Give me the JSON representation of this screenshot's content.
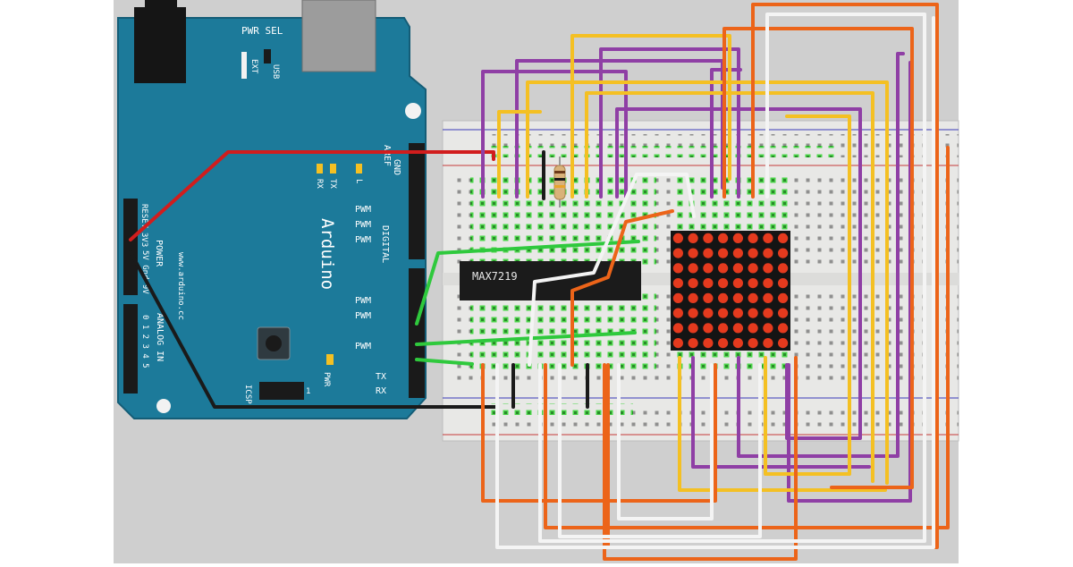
{
  "arduino": {
    "brand": "Arduino",
    "url": "www.arduino.cc",
    "pwr_sel": "PWR SEL",
    "ext": "EXT",
    "usb": "USB",
    "aref": "AREF",
    "gnd": "GND",
    "rx_led": "RX",
    "tx_led": "TX",
    "l_led": "L",
    "pwm_1": "PWM",
    "pwm_2": "PWM",
    "pwm_3": "PWM",
    "pwm_4": "PWM",
    "pwm_5": "PWM",
    "pwm_6": "PWM",
    "digital": "DIGITAL",
    "tx_pin": "TX",
    "rx_pin": "RX",
    "reset": "RESET",
    "v33": "3V3",
    "power": "POWER",
    "v5_gnd_vin": "5V Gnd 9V",
    "analog_in": "ANALOG IN",
    "analog_pins": "0 1 2 3 4 5",
    "icsp": "ICSP",
    "icsp_pin": "1",
    "pwr_led": "PWR"
  },
  "chip": {
    "label": "MAX7219"
  },
  "colors": {
    "board": "#1c7a9a",
    "board_edge": "#145d77",
    "breadboard": "#e6e6e4",
    "hole_green": "#4cd64a",
    "led_on": "#e53a1e",
    "wire_red": "#d11d1d",
    "wire_black": "#1a1a1a",
    "wire_green": "#2fc93d",
    "wire_purple": "#8f3fa5",
    "wire_yellow": "#f4c023",
    "wire_orange": "#ec6419",
    "wire_white": "#f4f4f4"
  }
}
